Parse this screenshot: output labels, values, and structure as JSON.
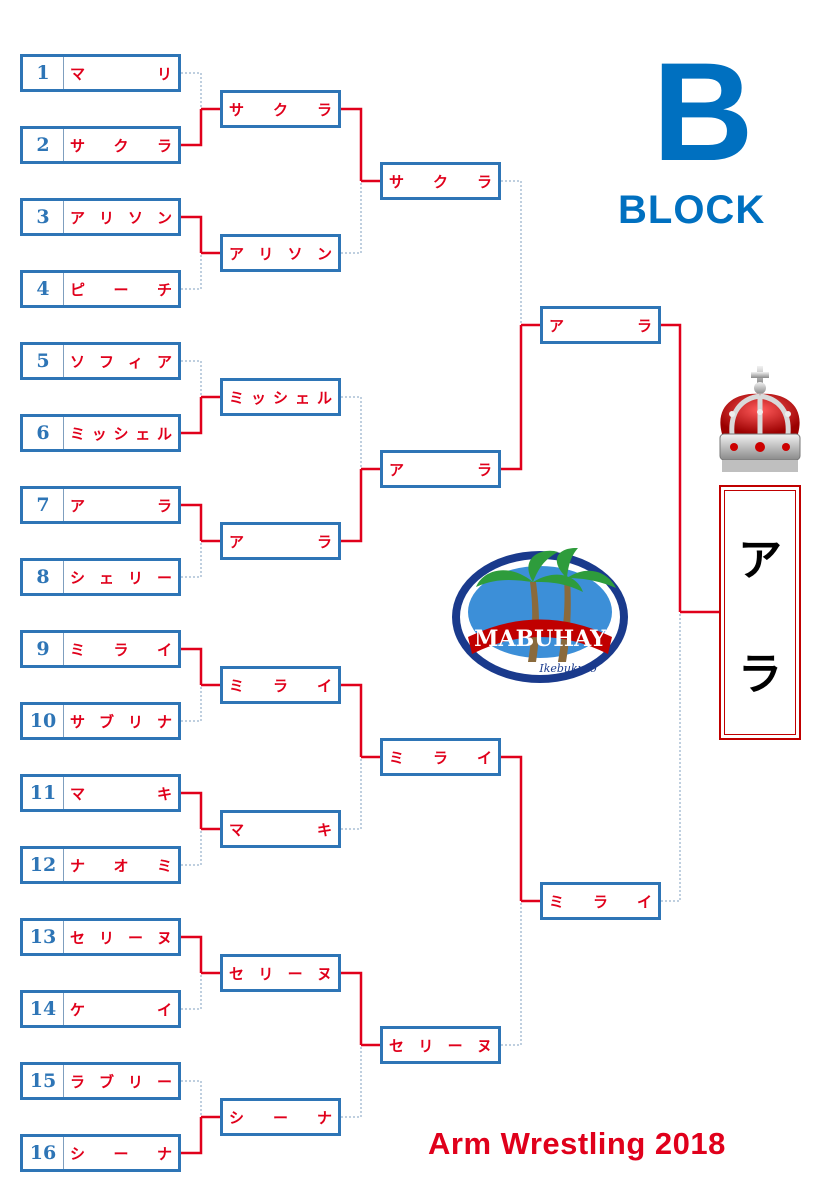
{
  "block": {
    "letter": "B",
    "word": "BLOCK"
  },
  "colors": {
    "blue": "#2e75b6",
    "red": "#e0001b",
    "win_line": "#e0001b",
    "lose_line": "#7f9fbf"
  },
  "round1": [
    {
      "seed": "1",
      "name": "マ　　　　リ"
    },
    {
      "seed": "2",
      "name": "サ　ク　ラ"
    },
    {
      "seed": "3",
      "name": "ア リ ソ ン"
    },
    {
      "seed": "4",
      "name": "ピ　ー　チ"
    },
    {
      "seed": "5",
      "name": "ソ フ ィ ア"
    },
    {
      "seed": "6",
      "name": "ミッシェル"
    },
    {
      "seed": "7",
      "name": "ア　　　　ラ"
    },
    {
      "seed": "8",
      "name": "シ ェ リ ー"
    },
    {
      "seed": "9",
      "name": "ミ　ラ　イ"
    },
    {
      "seed": "10",
      "name": "サ ブ リ ナ"
    },
    {
      "seed": "11",
      "name": "マ　　　　キ"
    },
    {
      "seed": "12",
      "name": "ナ　オ　ミ"
    },
    {
      "seed": "13",
      "name": "セ リ ー ヌ"
    },
    {
      "seed": "14",
      "name": "ケ　　　　イ"
    },
    {
      "seed": "15",
      "name": "ラ ブ リ ー"
    },
    {
      "seed": "16",
      "name": "シ　ー　ナ"
    }
  ],
  "round2": [
    "サ　ク　ラ",
    "ア リ ソ ン",
    "ミッシェル",
    "ア　　　　ラ",
    "ミ　ラ　イ",
    "マ　　　　キ",
    "セ リ ー ヌ",
    "シ　ー　ナ"
  ],
  "round3": [
    "サ　ク　ラ",
    "ア　　　　ラ",
    "ミ　ラ　イ",
    "セ リ ー ヌ"
  ],
  "round4": [
    "ア　　　　ラ",
    "ミ　ラ　イ"
  ],
  "champion": {
    "line1": "ア",
    "line2": "ラ"
  },
  "logo": {
    "text": "MABUHAY",
    "sub": "Ikebukuro"
  },
  "footer": "Arm Wrestling 2018",
  "icons": {
    "crown": "crown-icon",
    "logo": "palm-tree-logo"
  }
}
